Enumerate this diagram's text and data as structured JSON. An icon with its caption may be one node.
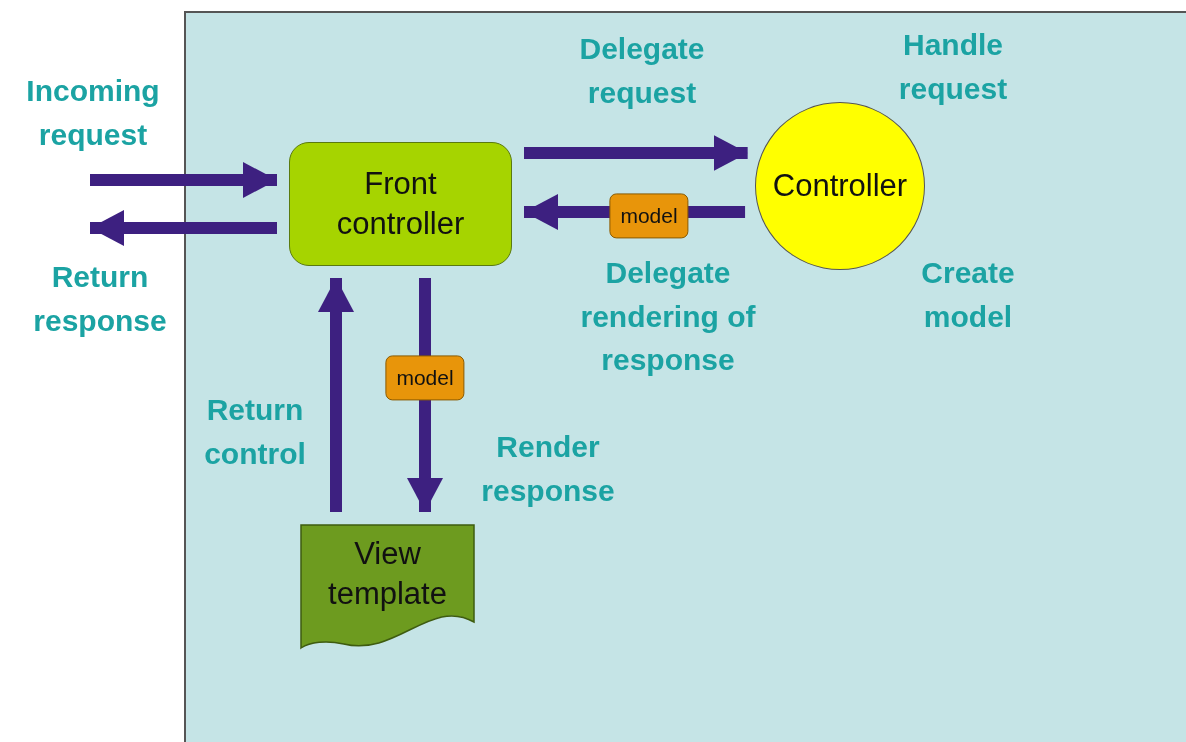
{
  "diagram": {
    "nodes": [
      {
        "text": [
          "Front controller"
        ]
      },
      {
        "text": [
          "Controller"
        ],
        "beside": [
          "Handle request",
          "Create model"
        ]
      },
      {
        "text": [
          "View template"
        ]
      }
    ],
    "edges": [
      {
        "from": null,
        "to": 0,
        "arrow": "to",
        "label": "Incoming request"
      },
      {
        "from": 0,
        "to": null,
        "arrow": "to",
        "label": "Return response"
      },
      {
        "from": 0,
        "to": 1,
        "arrow": "to",
        "label": "Delegate request"
      },
      {
        "from": 1,
        "to": 0,
        "arrow": "to",
        "label": "model"
      },
      {
        "from": 0,
        "to": 2,
        "arrow": "to",
        "label": "model"
      },
      {
        "from": 2,
        "to": 0,
        "arrow": "to",
        "label": "Return control"
      }
    ],
    "labels": [
      "Delegate rendering of response",
      "Render response"
    ]
  }
}
